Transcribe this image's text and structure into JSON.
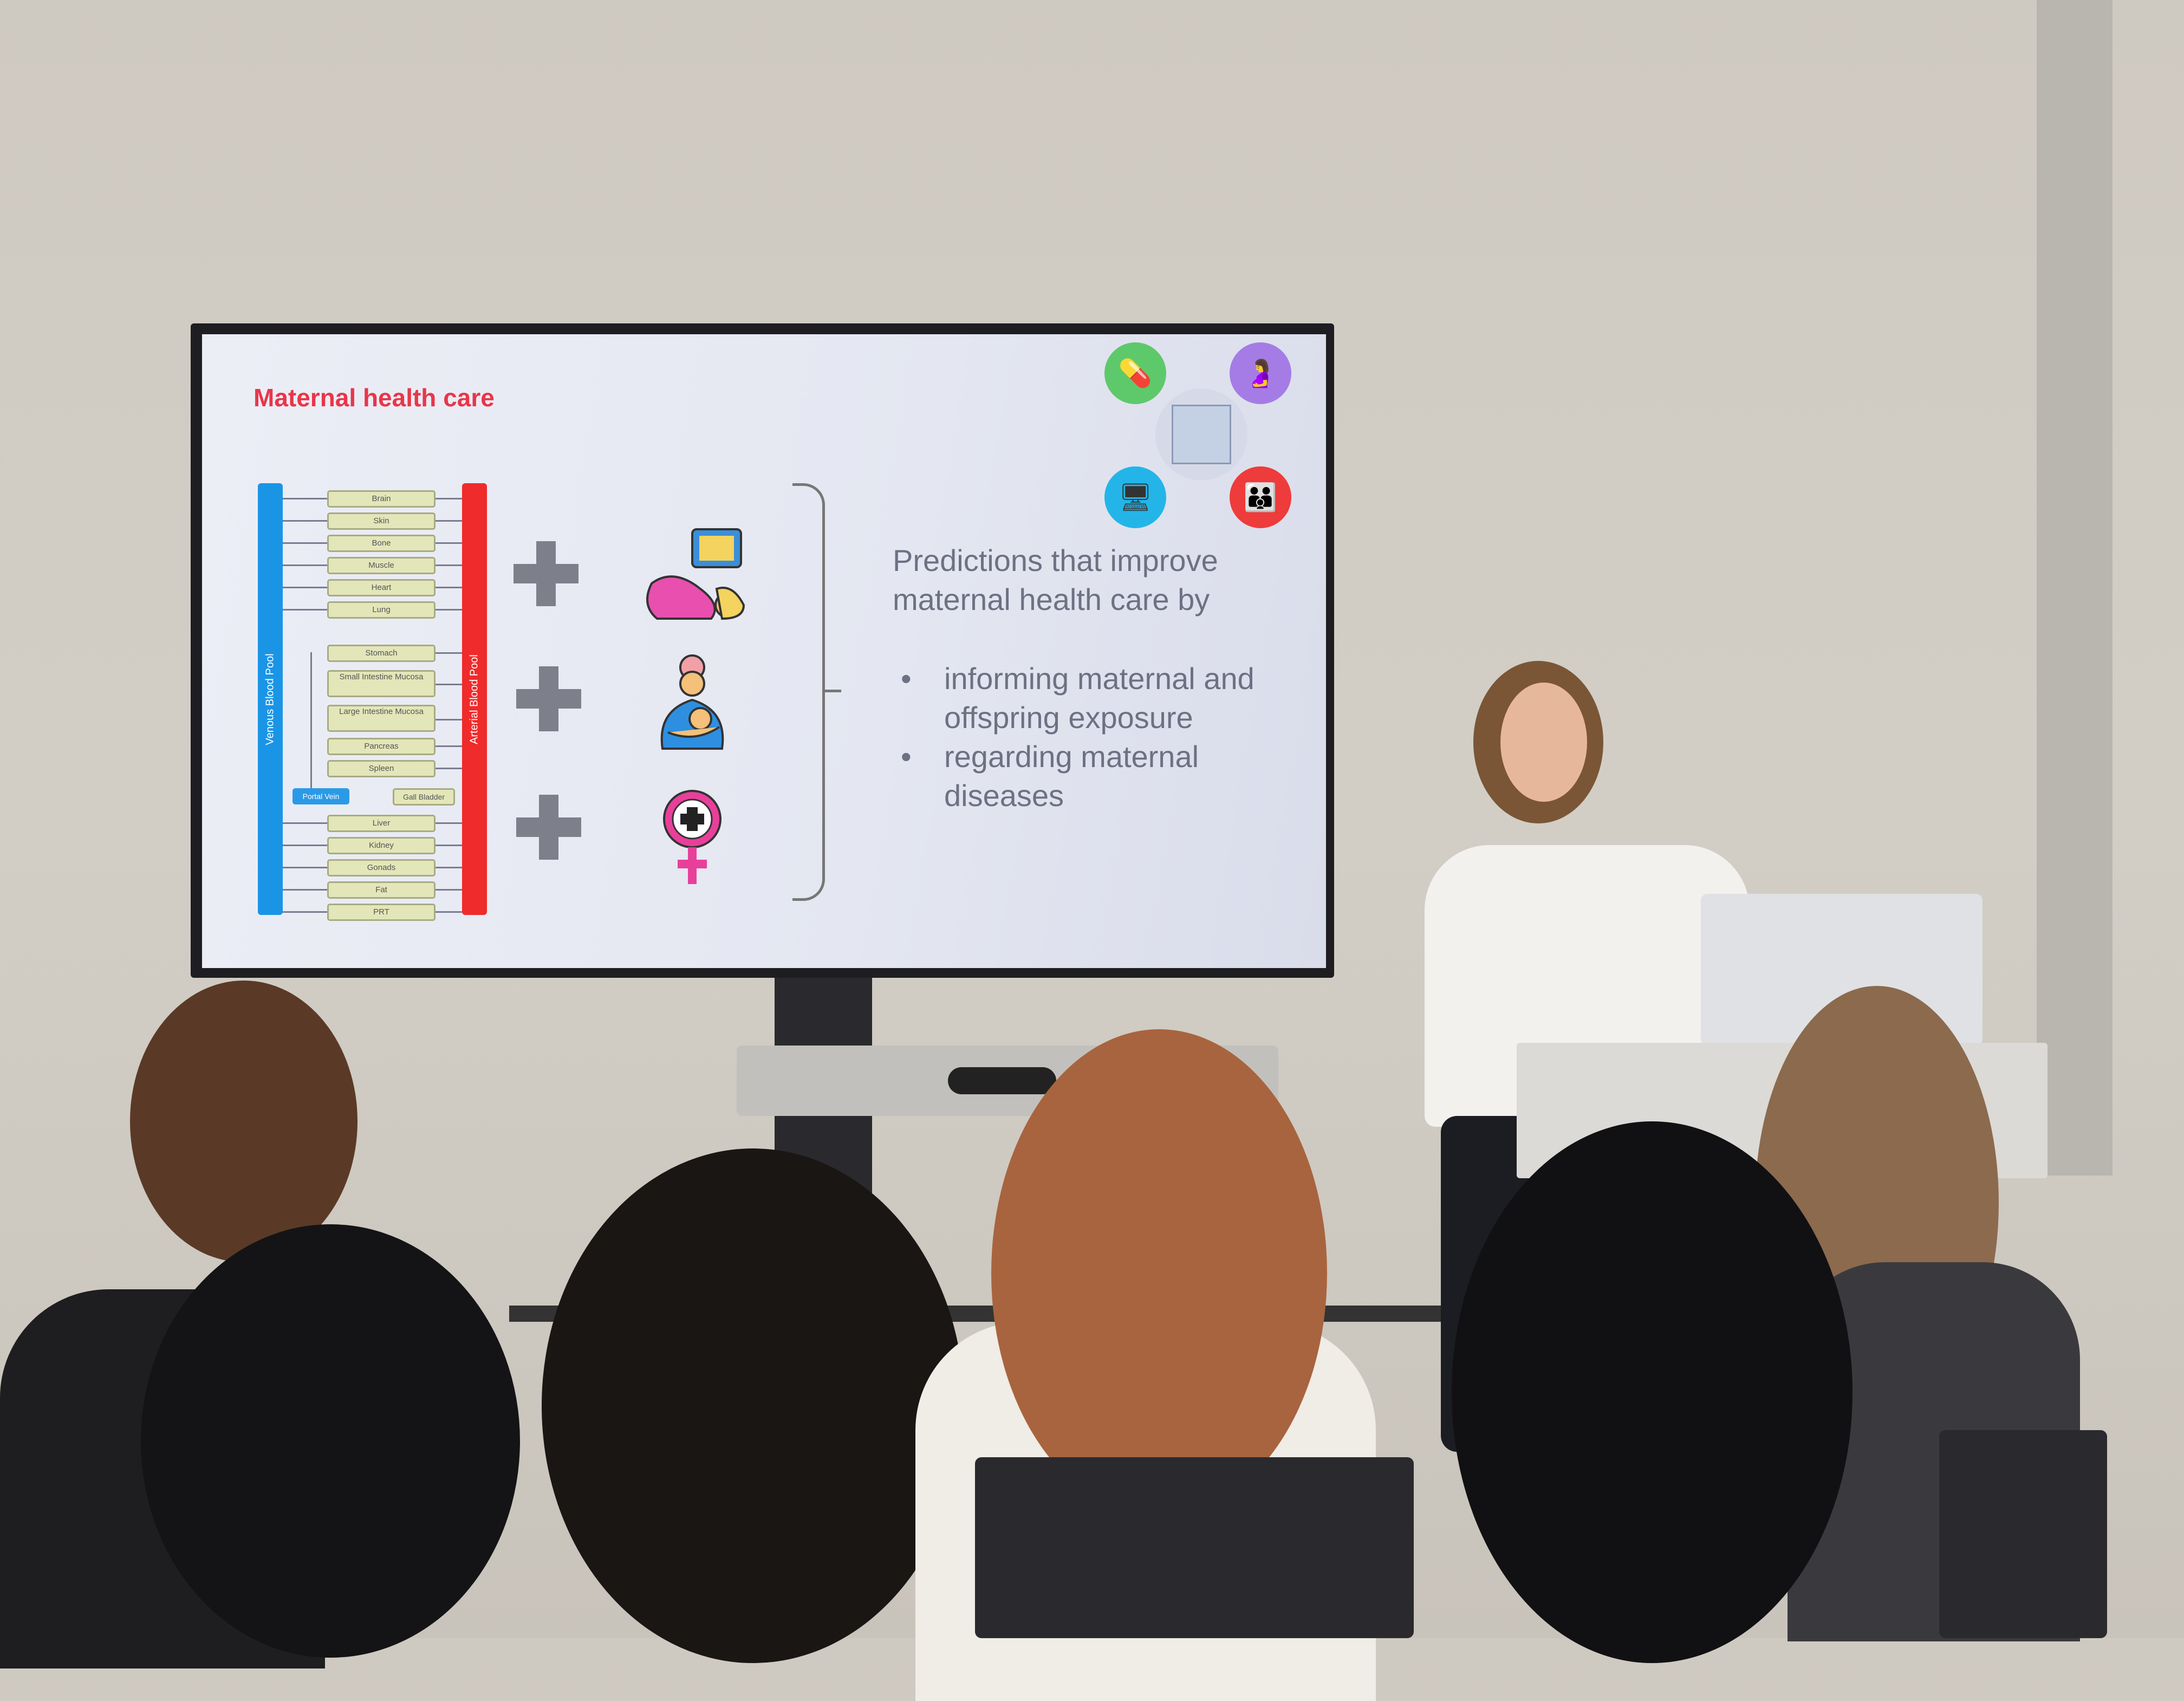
{
  "slide": {
    "title": "Maternal health care",
    "diagram": {
      "venous_label": "Venous Blood Pool",
      "arterial_label": "Arterial Blood Pool",
      "organs": [
        "Brain",
        "Skin",
        "Bone",
        "Muscle",
        "Heart",
        "Lung",
        "Stomach",
        "Small Intestine Mucosa",
        "Large Intestine Mucosa",
        "Pancreas",
        "Spleen",
        "Liver",
        "Kidney",
        "Gonads",
        "Fat",
        "PRT"
      ],
      "portal_vein": "Portal Vein",
      "gall_bladder": "Gall Bladder"
    },
    "text": "Predictions that improve maternal health care by",
    "bullets": [
      "informing maternal and offspring exposure",
      "regarding maternal diseases"
    ],
    "icons": [
      "pregnancy-ultrasound-icon",
      "breastfeeding-icon",
      "female-health-icon"
    ],
    "cluster_colors": [
      "#5ec96b",
      "#a57ce6",
      "#23b5e8",
      "#ee3b3b"
    ]
  }
}
